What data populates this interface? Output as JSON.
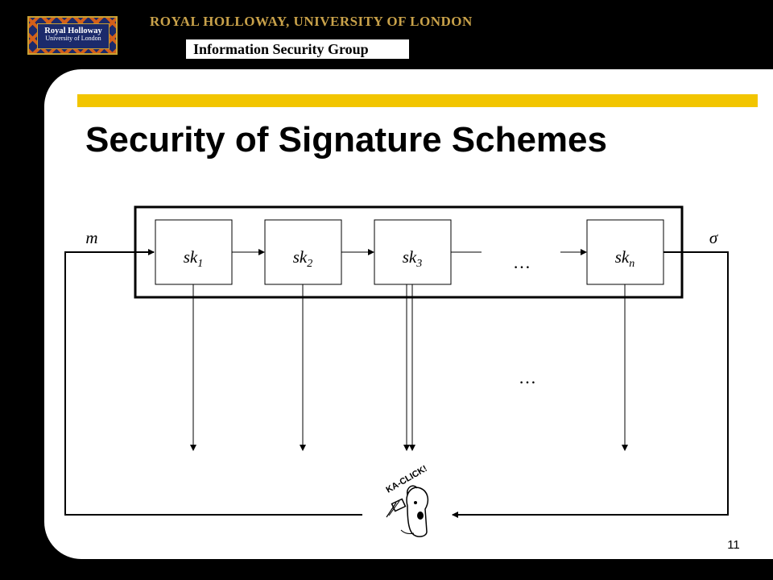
{
  "header": {
    "crest": {
      "line1": "Royal Holloway",
      "line2": "University of London"
    },
    "university": "ROYAL HOLLOWAY, UNIVERSITY OF LONDON",
    "group": "Information Security Group"
  },
  "slide": {
    "title": "Security of Signature Schemes",
    "page_number": "11"
  },
  "diagram": {
    "input_label": "m",
    "output_label": "σ",
    "keys": [
      {
        "base": "sk",
        "sub": "1"
      },
      {
        "base": "sk",
        "sub": "2"
      },
      {
        "base": "sk",
        "sub": "3"
      },
      {
        "base": "sk",
        "sub": "n"
      }
    ],
    "ellipsis_top": "…",
    "ellipsis_bottom": "…",
    "cartoon_caption": "KA-CLICK!"
  },
  "colors": {
    "background": "#000000",
    "slide": "#ffffff",
    "accent_bar": "#f2c500",
    "university_text": "#c9a24a",
    "crest_blue": "#1b2a6b",
    "crest_orange": "#d4601a"
  }
}
